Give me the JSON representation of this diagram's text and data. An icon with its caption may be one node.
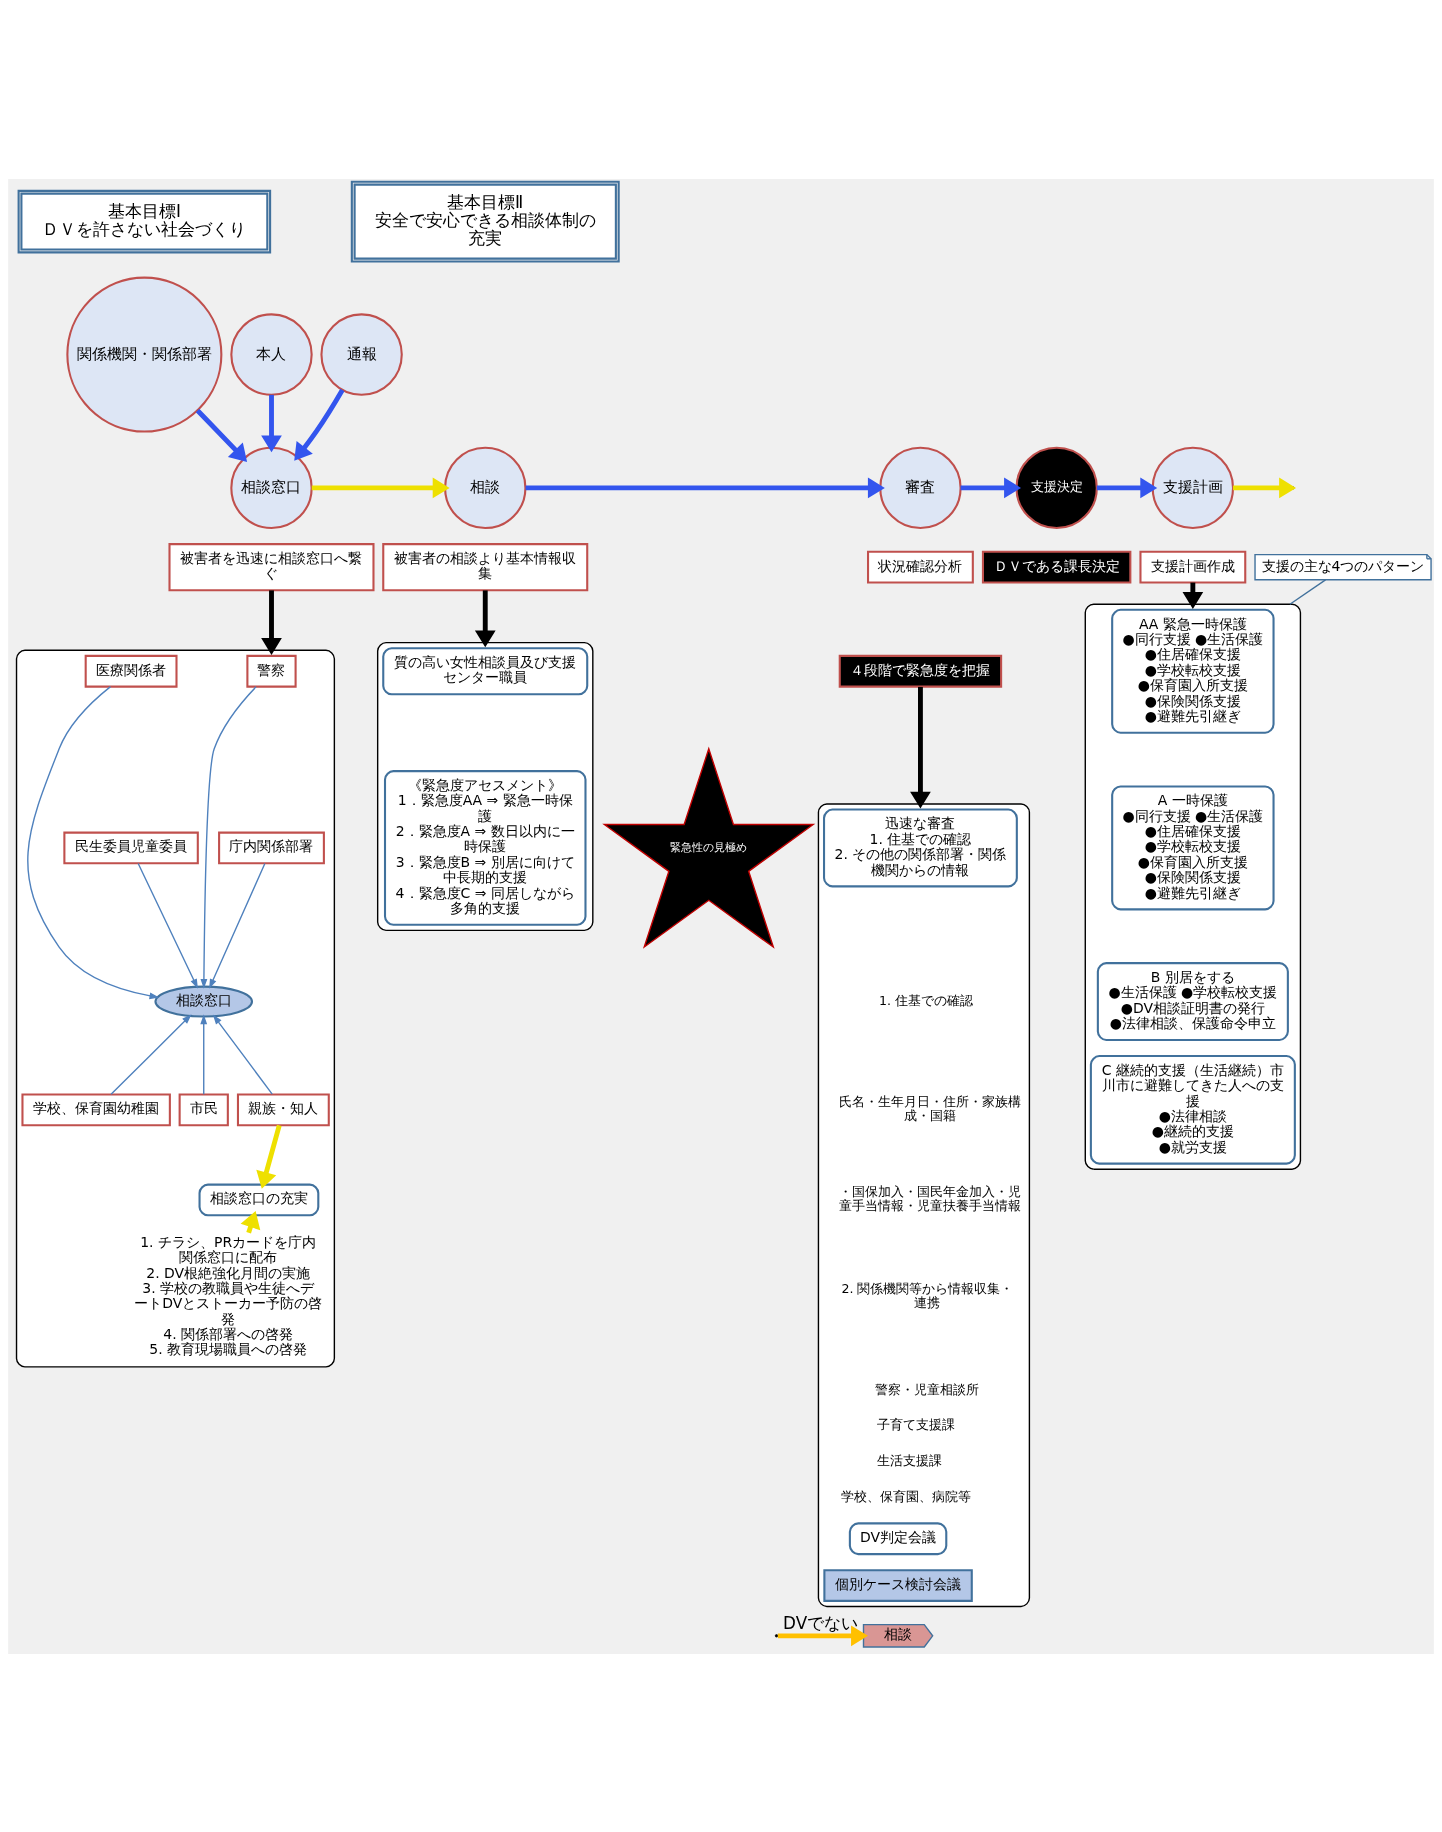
{
  "diagram": {
    "nodes": [
      {
        "text": [
          "基本目標Ⅰ",
          "ＤＶを許さない社会づくり"
        ]
      },
      {
        "text": [
          "基本目標Ⅱ",
          "安全で安心できる相談体制の充実"
        ]
      },
      {
        "text": [
          "関係機関・関係部署"
        ]
      },
      {
        "text": [
          "本人"
        ]
      },
      {
        "text": [
          "通報"
        ]
      },
      {
        "text": [
          "相談窓口"
        ]
      },
      {
        "text": [
          "被害者を迅速に相談窓口へ繋ぐ"
        ]
      },
      {
        "text": [
          "相談"
        ]
      },
      {
        "text": [
          "審査"
        ]
      },
      {
        "text": [
          "支援決定"
        ]
      },
      {
        "text": [
          "支援計画"
        ]
      },
      {
        "text": [
          "被害者の相談より基本情報収集"
        ]
      },
      {
        "text": [
          "状況確認分析"
        ]
      },
      {
        "text": [
          "４段階で緊急度を把握"
        ]
      },
      {
        "text": [
          "ＤＶである課長決定"
        ]
      },
      {
        "text": [
          "支援計画作成"
        ]
      },
      {
        "text": [],
        "shape": "box"
      },
      {
        "text": [
          "警察"
        ],
        "in": 16
      },
      {
        "text": [
          "医療関係者"
        ],
        "in": 16
      },
      {
        "text": [
          "相談窓口"
        ],
        "in": 16
      },
      {
        "text": [
          "庁内関係部署"
        ],
        "in": 16
      },
      {
        "text": [
          "民生委員児童委員"
        ],
        "in": 16
      },
      {
        "text": [
          "学校、保育園幼稚園"
        ],
        "in": 16
      },
      {
        "text": [
          "市民"
        ],
        "in": 16
      },
      {
        "text": [
          "親族・知人"
        ],
        "in": 16
      },
      {
        "text": [
          "相談窓口の充実"
        ],
        "in": 16
      },
      {
        "text": [
          "1. チラシ、PRカードを庁内関係窓口に配布",
          "2. DV根絶強化月間の実施",
          "3. 学校の教職員や生徒へデートDVとストーカー予防の啓発",
          "4. 関係部署への啓発",
          "5. 教育現場職員への啓発"
        ],
        "in": 16
      },
      {
        "text": [],
        "shape": "box"
      },
      {
        "text": [
          "質の高い女性相談員及び支援センター職員"
        ],
        "in": 27
      },
      {
        "text": [
          "緊急性の見極め"
        ]
      },
      {
        "text": [
          "《緊急度アセスメント》",
          "1．緊急度AA ⇒ 緊急一時保護",
          "2．緊急度A ⇒ 数日以内に一時保護",
          "3．緊急度B ⇒ 別居に向けて中長期的支援",
          "4．緊急度C ⇒ 同居しながら多角的支援"
        ],
        "in": 27
      },
      {
        "text": [],
        "shape": "box"
      },
      {
        "text": [
          "迅速な審査",
          "1. 住基での確認",
          "2. その他の関係部署・関係機関からの情報"
        ],
        "in": 31
      },
      {
        "text": [
          "DV判定会議"
        ],
        "in": 31
      },
      {
        "text": [
          "個別ケース検討会議"
        ],
        "in": 31
      },
      {
        "text": [],
        "shape": "box"
      },
      {
        "text": [
          "支援の主な4つのパターン"
        ]
      },
      {
        "text": [
          "AA 緊急一時保護",
          "●同行支援 ●生活保護",
          "●住居確保支援",
          "●学校転校支援",
          "●保育園入所支援",
          "●保険関係支援",
          "●避難先引継ぎ"
        ],
        "in": 35
      },
      {
        "text": [
          "A 一時保護",
          "●同行支援 ●生活保護",
          "●住居確保支援",
          "●学校転校支援",
          "●保育園入所支援",
          "●保険関係支援",
          "●避難先引継ぎ"
        ],
        "in": 35
      },
      {
        "text": [
          "B 別居をする",
          "●生活保護 ●学校転校支援",
          "●DV相談証明書の発行",
          "●法律相談、保護命令申立"
        ],
        "in": 35
      },
      {
        "text": [
          "C 継続的支援（生活継続）市川市に避難してきた人への支援",
          "●法律相談",
          "●継続的支援",
          "●就労支援"
        ],
        "in": 35
      },
      {
        "text": [
          "相談"
        ]
      }
    ],
    "edges": [
      {
        "from": 2,
        "to": 5,
        "arrow": "to",
        "color": "#3355ee"
      },
      {
        "from": 3,
        "to": 5,
        "arrow": "to",
        "color": "#3355ee"
      },
      {
        "from": 4,
        "to": 5,
        "arrow": "to",
        "color": "#3355ee"
      },
      {
        "from": 5,
        "to": 7,
        "arrow": "to",
        "color": "#eee000"
      },
      {
        "from": 7,
        "to": 8,
        "arrow": "to",
        "color": "#3355ee"
      },
      {
        "from": 8,
        "to": 9,
        "arrow": "to",
        "color": "#3355ee"
      },
      {
        "from": 9,
        "to": 10,
        "arrow": "to",
        "color": "#3355ee"
      },
      {
        "from": 10,
        "to": null,
        "arrow": "to",
        "color": "#eee000"
      },
      {
        "from": 6,
        "to": 16,
        "arrow": "to",
        "color": "#000000"
      },
      {
        "from": 11,
        "to": 27,
        "arrow": "to",
        "color": "#000000"
      },
      {
        "from": 13,
        "to": 31,
        "arrow": "to",
        "color": "#000000"
      },
      {
        "from": 15,
        "to": 35,
        "arrow": "to",
        "color": "#000000"
      },
      {
        "from": 36,
        "to": 35,
        "arrow": "none",
        "color": "#41719c"
      },
      {
        "from": 17,
        "to": 19,
        "arrow": "to",
        "color": "#4f81bd"
      },
      {
        "from": 18,
        "to": 19,
        "arrow": "to",
        "color": "#4f81bd"
      },
      {
        "from": 20,
        "to": 19,
        "arrow": "to",
        "color": "#4f81bd"
      },
      {
        "from": 21,
        "to": 19,
        "arrow": "to",
        "color": "#4f81bd"
      },
      {
        "from": 22,
        "to": 19,
        "arrow": "to",
        "color": "#4f81bd"
      },
      {
        "from": 23,
        "to": 19,
        "arrow": "to",
        "color": "#4f81bd"
      },
      {
        "from": 24,
        "to": 19,
        "arrow": "to",
        "color": "#4f81bd"
      },
      {
        "from": 24,
        "to": 25,
        "arrow": "to",
        "color": "#eee000"
      },
      {
        "from": 26,
        "to": 25,
        "arrow": "to",
        "color": "#eee000"
      },
      {
        "from": null,
        "to": 41,
        "arrow": "to",
        "color": "#ffc000",
        "label": "DVでない"
      }
    ],
    "labels": [
      "1. 住基での確認",
      "氏名・生年月日・住所・家族構成・国籍",
      "・国保加入・国民年金加入・児童手当情報・児童扶養手当情報",
      "2. 関係機関等から情報収集・連携",
      "警察・児童相談所",
      "子育て支援課",
      "生活支援課",
      "学校、保育園、病院等"
    ]
  }
}
